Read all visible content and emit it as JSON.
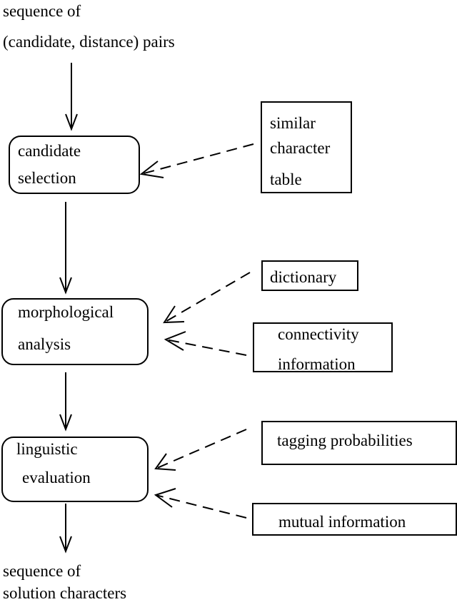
{
  "input_label": {
    "line1": "sequence of",
    "line2": "(candidate, distance) pairs"
  },
  "output_label": {
    "line1": "sequence of",
    "line2": "solution characters"
  },
  "process_steps": [
    {
      "line1": "candidate",
      "line2": "selection"
    },
    {
      "line1": "morphological",
      "line2": "analysis"
    },
    {
      "line1": "linguistic",
      "line2": "evaluation"
    }
  ],
  "resources": {
    "similar_character_table": {
      "line1": "similar",
      "line2": "character",
      "line3": "table"
    },
    "dictionary": {
      "line1": "dictionary"
    },
    "connectivity_information": {
      "line1": "connectivity",
      "line2": "information"
    },
    "tagging_probabilities": {
      "line1": "tagging probabilities"
    },
    "mutual_information": {
      "line1": "mutual information"
    }
  }
}
